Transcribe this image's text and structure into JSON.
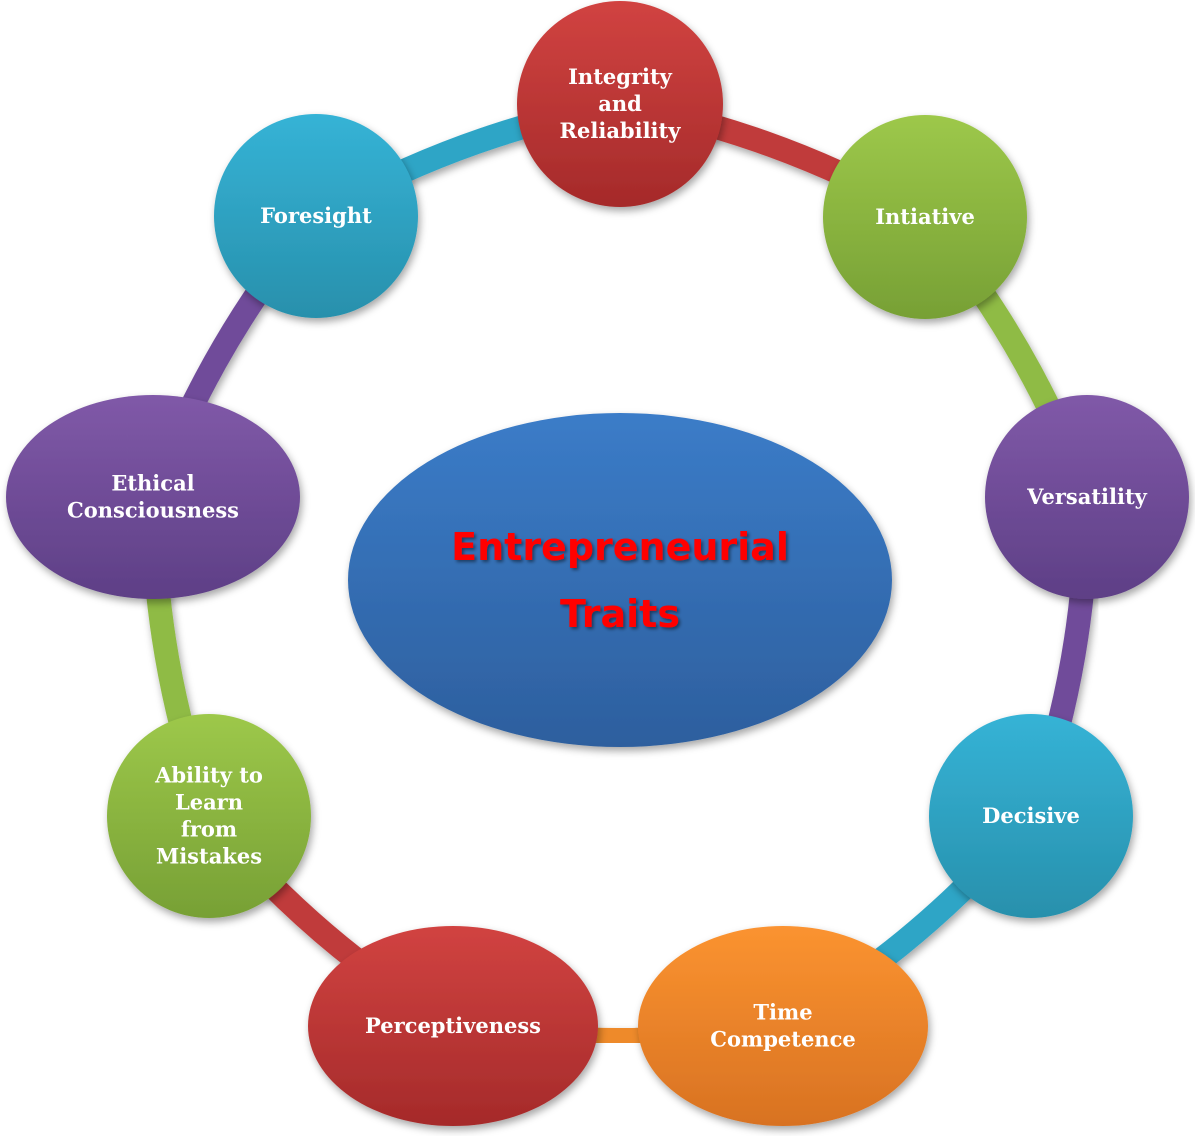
{
  "title": {
    "lines": [
      "Entrepreneurial",
      "Traits"
    ],
    "text_color": "#ff0000",
    "fill_top": "#3b7cc8",
    "fill_bottom": "#2d5f9e"
  },
  "nodes": [
    {
      "id": "integrity",
      "lines": [
        "Integrity",
        "and",
        "Reliability"
      ],
      "color_top": "#d14341",
      "color_bottom": "#a52a2a",
      "connector_color": "#c03a3a"
    },
    {
      "id": "initiative",
      "lines": [
        "Intiative"
      ],
      "color_top": "#9dc84a",
      "color_bottom": "#77a035",
      "connector_color": "#8fbb45"
    },
    {
      "id": "versatility",
      "lines": [
        "Versatility"
      ],
      "color_top": "#8059a8",
      "color_bottom": "#5e3f86",
      "connector_color": "#6f4c9a"
    },
    {
      "id": "decisive",
      "lines": [
        "Decisive"
      ],
      "color_top": "#35b3d6",
      "color_bottom": "#2890ac",
      "connector_color": "#2ea5c6"
    },
    {
      "id": "time-competence",
      "lines": [
        "Time",
        "Competence"
      ],
      "color_top": "#fb9330",
      "color_bottom": "#d87222",
      "connector_color": "#ee8a2a"
    },
    {
      "id": "perceptiveness",
      "lines": [
        "Perceptiveness"
      ],
      "color_top": "#d14341",
      "color_bottom": "#a52a2a",
      "connector_color": "#c03a3a"
    },
    {
      "id": "ability-to-learn",
      "lines": [
        "Ability to",
        "Learn",
        "from",
        "Mistakes"
      ],
      "color_top": "#9dc84a",
      "color_bottom": "#77a035",
      "connector_color": "#8fbb45"
    },
    {
      "id": "ethical-consciousness",
      "lines": [
        "Ethical",
        "Consciousness"
      ],
      "color_top": "#8059a8",
      "color_bottom": "#5e3f86",
      "connector_color": "#6f4c9a"
    },
    {
      "id": "foresight",
      "lines": [
        "Foresight"
      ],
      "color_top": "#35b3d6",
      "color_bottom": "#2890ac",
      "connector_color": "#2ea5c6"
    }
  ]
}
